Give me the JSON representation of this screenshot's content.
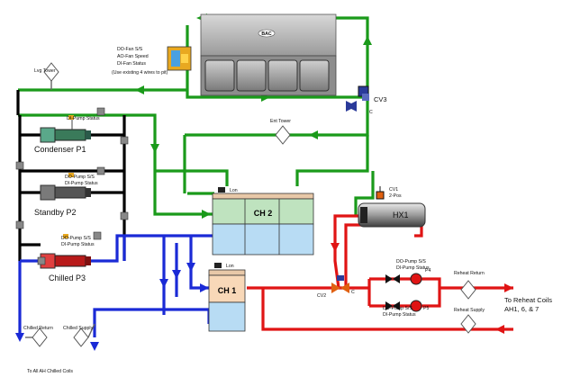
{
  "cooling_tower": {
    "brand": "BAC",
    "points": [
      "DO-Fan S/S",
      "AO-Fan Speed",
      "DI-Fan Status"
    ],
    "note": "(Use existing 4 wires to pit)"
  },
  "labels": {
    "lvg_tower": "Lvg Tower",
    "ent_tower": "Ent Tower",
    "cv3": "CV3",
    "cv3_c": "C",
    "cv1": "CV1",
    "cv1_mode": "2-Pos",
    "cv2": "CV2",
    "cv2_c": "C",
    "hx1": "HX1",
    "lon_top": "Lon",
    "lon_bottom": "Lon",
    "ch2": "CH 2",
    "ch1": "CH 1",
    "chilled_return": "Chilled Return",
    "chilled_supply": "Chilled Supply",
    "to_all_ah": "To All AH Chilled Coils",
    "reheat_return": "Reheat Return",
    "reheat_supply": "Reheat Supply",
    "to_reheat_line1": "To Reheat Coils",
    "to_reheat_line2": "AH1, 6, & 7"
  },
  "pumps": {
    "condenser": {
      "name": "Condenser P1",
      "points": [
        "DI-Pump Status"
      ]
    },
    "standby": {
      "name": "Standby P2",
      "points": [
        "DO-Pump S/S",
        "DI-Pump Status"
      ]
    },
    "chilled": {
      "name": "Chilled P3",
      "points": [
        "DO-Pump S/S",
        "DI-Pump Status"
      ]
    },
    "p4": {
      "name": "P4",
      "points": [
        "DO-Pump S/S",
        "DI-Pump Status"
      ]
    },
    "p5": {
      "name": "P5",
      "points": [
        "DO-Pump S/S",
        "DI-Pump Status"
      ]
    }
  },
  "colors": {
    "green": "#1a9a1a",
    "blue": "#1a2ad6",
    "red": "#e01414",
    "black": "#000000",
    "chiller_top": "#bfe3bf",
    "chiller_bottom": "#b8dcf4",
    "ch1_top": "#f8d8b8"
  }
}
